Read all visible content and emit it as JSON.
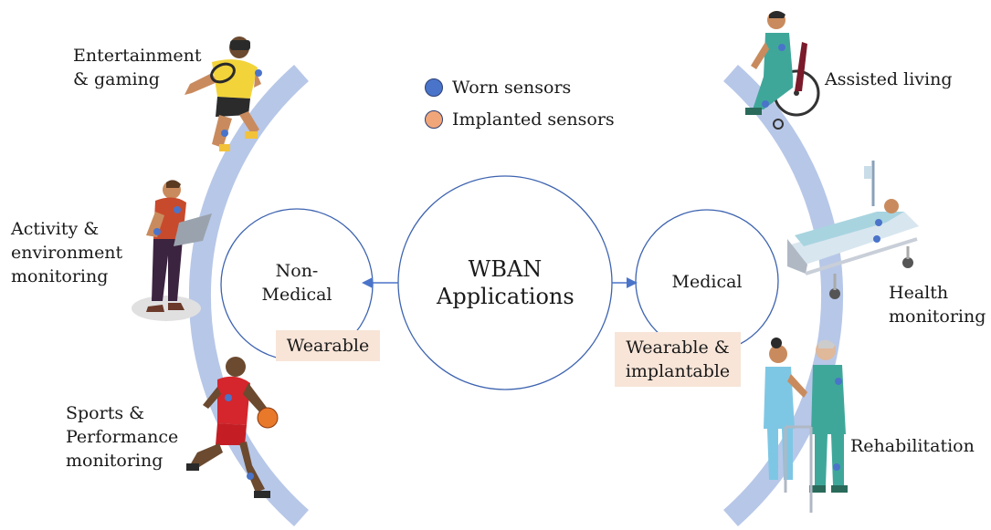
{
  "center": {
    "line1": "WBAN",
    "line2": "Applications"
  },
  "left_group": {
    "line1": "Non-",
    "line2": "Medical",
    "tag": "Wearable"
  },
  "right_group": {
    "line1": "Medical",
    "tag_line1": "Wearable &",
    "tag_line2": "implantable"
  },
  "legend": {
    "worn": {
      "label": "Worn sensors",
      "color": "#4a74c9"
    },
    "implanted": {
      "label": "Implanted sensors",
      "color": "#f1a679"
    }
  },
  "non_medical_apps": [
    {
      "lines": [
        "Entertainment",
        "& gaming"
      ],
      "icon": "vr-tennis-player-icon"
    },
    {
      "lines": [
        "Activity &",
        "environment",
        "monitoring"
      ],
      "icon": "man-with-laptop-icon"
    },
    {
      "lines": [
        "Sports &",
        "Performance",
        "monitoring"
      ],
      "icon": "basketball-player-icon"
    }
  ],
  "medical_apps": [
    {
      "lines": [
        "Assisted living"
      ],
      "icon": "wheelchair-patient-icon"
    },
    {
      "lines": [
        "Health",
        "monitoring"
      ],
      "icon": "hospital-bed-patient-icon"
    },
    {
      "lines": [
        "Rehabilitation"
      ],
      "icon": "nurse-and-patient-icon"
    }
  ],
  "colors": {
    "arc": "#b7c7e8",
    "circle_stroke": "#3d63b0",
    "arrow": "#4a74c9",
    "tag_bg": "#f8e5d8"
  }
}
